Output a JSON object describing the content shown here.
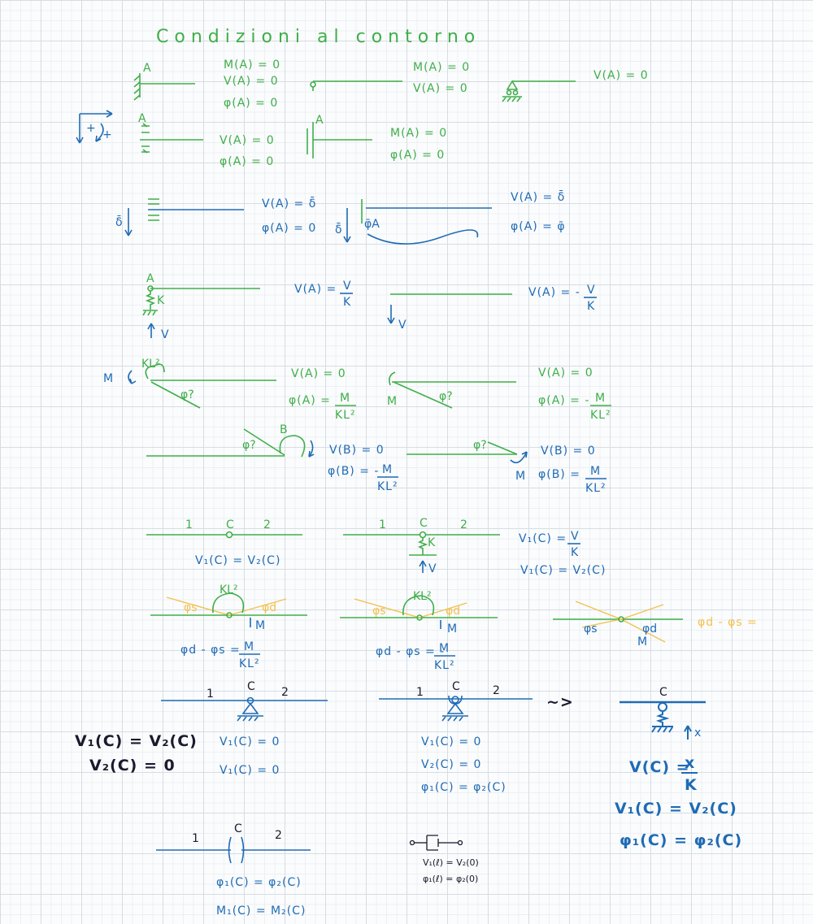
{
  "title": "Condizioni al contorno",
  "colors": {
    "green": "#3fae4a",
    "blue": "#1f6bb5",
    "yellow": "#f2c14e",
    "ink": "#1a1a2e"
  },
  "labels": {
    "A": "A",
    "B": "B",
    "C": "C",
    "K": "K",
    "KL2": "KL²",
    "M": "M",
    "V": "V",
    "delta": "δ̄",
    "phiA": "φ̄A",
    "phi_q": "φ?",
    "n1": "1",
    "n2": "2",
    "x": "x",
    "arrow": "~>",
    "phi_s": "φs",
    "phi_d": "φd",
    "plus": "+"
  },
  "row1": {
    "fixed": [
      "M(A) = 0",
      "V(A) = 0",
      "φ(A) = 0"
    ],
    "hinge": [
      "M(A) = 0",
      "V(A) = 0"
    ],
    "roller": [
      "V(A) = 0"
    ]
  },
  "row2": {
    "slider": [
      "V(A) = 0",
      "φ(A) = 0"
    ],
    "sleeve": [
      "M(A) = 0",
      "φ(A) = 0"
    ]
  },
  "row3": {
    "settlement": [
      "V(A) = δ̄",
      "φ(A) = 0"
    ],
    "settlement_rot": [
      "V(A) = δ̄",
      "φ(A) = φ̄"
    ]
  },
  "row4": {
    "spring_num": "V",
    "spring_den": "K",
    "spring_lhs": "V(A) =",
    "spring_neg_lhs": "V(A) = -"
  },
  "row5": {
    "left": [
      "V(A) = 0",
      "φ(A) ="
    ],
    "right": [
      "V(A) = 0",
      "φ(A) = -"
    ],
    "frac_num": "M",
    "frac_den": "KL²"
  },
  "row6": {
    "left": [
      "V(B) = 0",
      "φ(B) = -"
    ],
    "right": [
      "V(B) = 0",
      "φ(B) ="
    ]
  },
  "row7": {
    "left": "V₁(C) = V₂(C)",
    "right": [
      "V₁(C) =",
      "V₁(C) = V₂(C)"
    ]
  },
  "row8": {
    "left_lhs": "φd - φs =",
    "right_lhs": "φd - φs = -",
    "yellow": "φd - φs ="
  },
  "row9": {
    "side": [
      "V₁(C) = V₂(C)",
      "V₂(C) = 0"
    ],
    "mid": [
      "V₁(C) = 0",
      "V₁(C) = 0"
    ],
    "right": [
      "V₁(C) = 0",
      "V₂(C) = 0",
      "φ₁(C) = φ₂(C)"
    ],
    "big": [
      "V(C) =",
      "V₁(C) = V₂(C)",
      "φ₁(C) = φ₂(C)"
    ]
  },
  "row10": {
    "left": [
      "φ₁(C) = φ₂(C)",
      "M₁(C) = M₂(C)"
    ],
    "small": [
      "V₁(ℓ) = V₂(0)",
      "φ₁(ℓ) = φ₂(0)"
    ]
  }
}
